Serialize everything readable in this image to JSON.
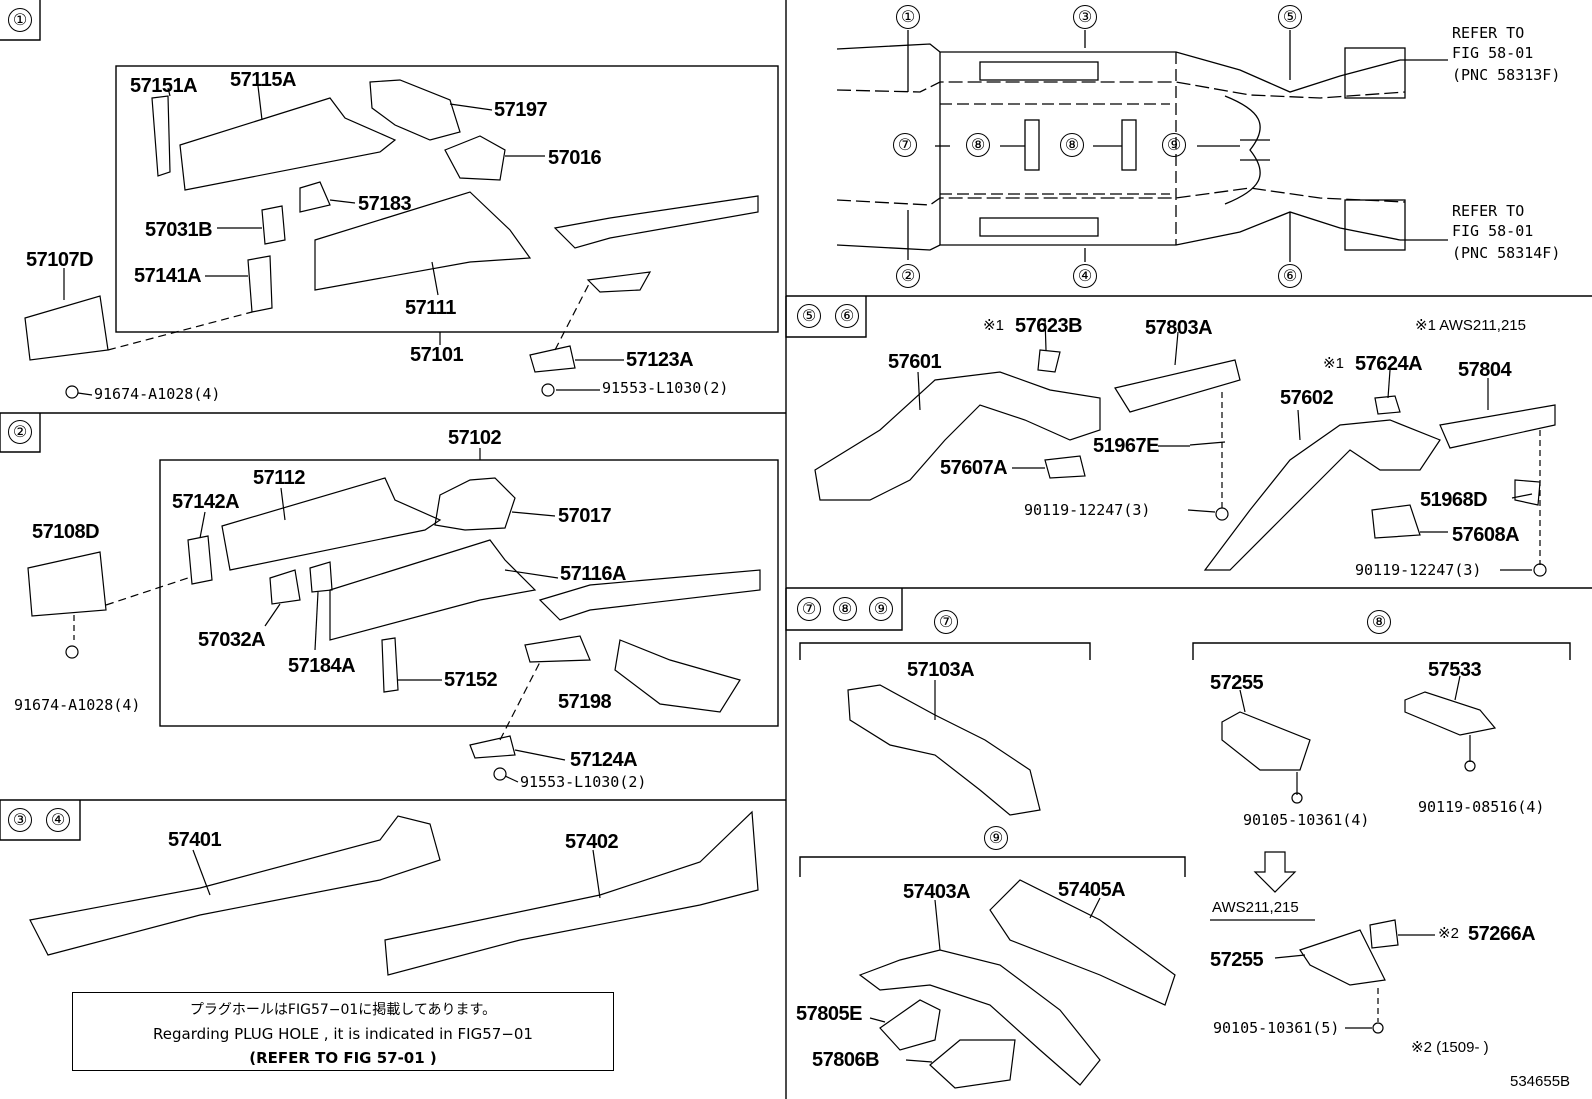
{
  "sections": {
    "s1": "①",
    "s2": "②",
    "s34": [
      "③",
      "④"
    ],
    "s56": [
      "⑤",
      "⑥"
    ],
    "s789": [
      "⑦",
      "⑧",
      "⑨"
    ]
  },
  "overview": {
    "markers": [
      "①",
      "②",
      "③",
      "④",
      "⑤",
      "⑥",
      "⑦",
      "⑧",
      "⑧",
      "⑨"
    ],
    "refer_front_1": "REFER TO",
    "refer_front_2": "FIG 58-01",
    "refer_front_3": "(PNC 58313F)",
    "refer_rear_1": "REFER TO",
    "refer_rear_2": "FIG 58-01",
    "refer_rear_3": "(PNC 58314F)"
  },
  "s1_parts": {
    "p57151A": "57151A",
    "p57115A": "57115A",
    "p57197": "57197",
    "p57016": "57016",
    "p57183": "57183",
    "p57031B": "57031B",
    "p57107D": "57107D",
    "p57141A": "57141A",
    "p57111": "57111",
    "p57101": "57101",
    "p57123A": "57123A",
    "b91674": "91674-A1028(4)",
    "b91553": "91553-L1030(2)"
  },
  "s2_parts": {
    "p57102": "57102",
    "p57112": "57112",
    "p57142A": "57142A",
    "p57017": "57017",
    "p57108D": "57108D",
    "p57116A": "57116A",
    "p57032A": "57032A",
    "p57184A": "57184A",
    "p57152": "57152",
    "p57198": "57198",
    "p57124A": "57124A",
    "b91674": "91674-A1028(4)",
    "b91553": "91553-L1030(2)"
  },
  "s34_parts": {
    "p57401": "57401",
    "p57402": "57402"
  },
  "note": {
    "line1": "プラグホールはFIG57−01に掲載してあります。",
    "line2": "Regarding PLUG HOLE , it is indicated in FIG57−01",
    "line3": "(REFER TO FIG 57-01     )"
  },
  "s56_parts": {
    "mark1a": "※1",
    "p57623B": "57623B",
    "p57803A": "57803A",
    "aws_note": "※1 AWS211,215",
    "p57601": "57601",
    "mark1b": "※1",
    "p57624A": "57624A",
    "p57804": "57804",
    "p57602": "57602",
    "p51967E": "51967E",
    "p57607A": "57607A",
    "p51968D": "51968D",
    "b90119a": "90119-12247(3)",
    "p57608A": "57608A",
    "b90119b": "90119-12247(3)"
  },
  "s789_parts": {
    "h7": "⑦",
    "h8": "⑧",
    "h9": "⑨",
    "p57103A": "57103A",
    "p57255a": "57255",
    "p57533": "57533",
    "b90105a": "90105-10361(4)",
    "b90119": "90119-08516(4)",
    "p57403A": "57403A",
    "p57405A": "57405A",
    "aws": "AWS211,215",
    "mark2": "※2",
    "p57266A": "57266A",
    "p57255b": "57255",
    "p57805E": "57805E",
    "p57806B": "57806B",
    "b90105b": "90105-10361(5)",
    "note2": "※2 (1509-     )"
  },
  "figure_code": "534655B"
}
